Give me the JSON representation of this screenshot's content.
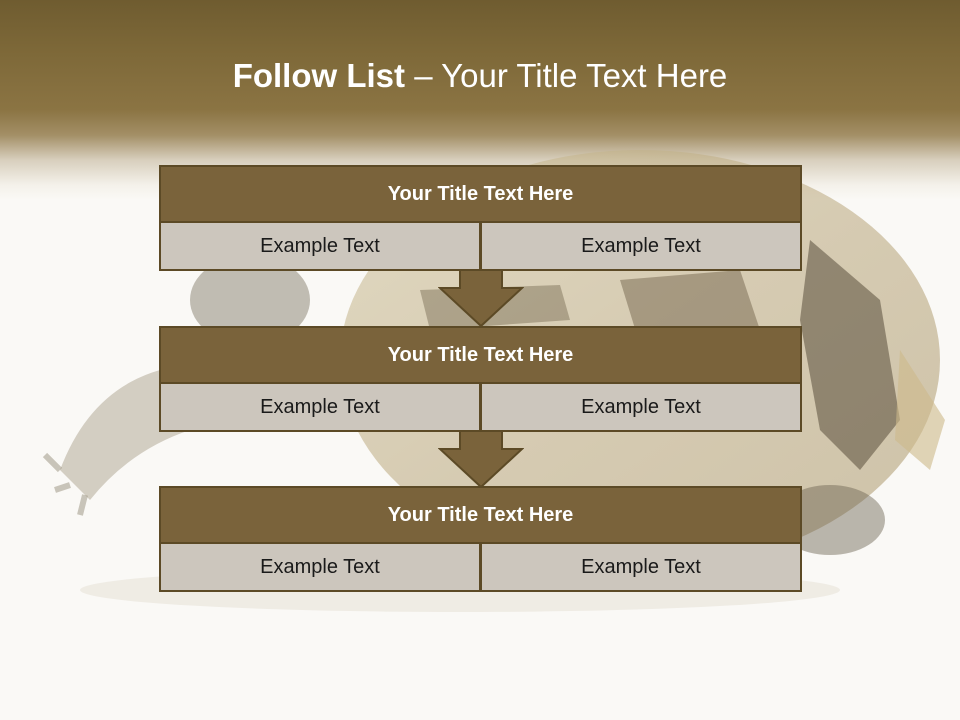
{
  "slide": {
    "title_bold": "Follow List",
    "title_rest": " – Your Title Text Here"
  },
  "blocks": [
    {
      "title": "Your Title Text Here",
      "left": "Example Text",
      "right": "Example Text"
    },
    {
      "title": "Your Title Text Here",
      "left": "Example Text",
      "right": "Example Text"
    },
    {
      "title": "Your Title Text Here",
      "left": "Example Text",
      "right": "Example Text"
    }
  ],
  "colors": {
    "header": "#7d6838",
    "block_title": "#7a633b",
    "block_border": "#5c4a26",
    "cell": "#ccc6bd",
    "arrow": "#7a633b"
  },
  "background_image": "tortoise-photo"
}
